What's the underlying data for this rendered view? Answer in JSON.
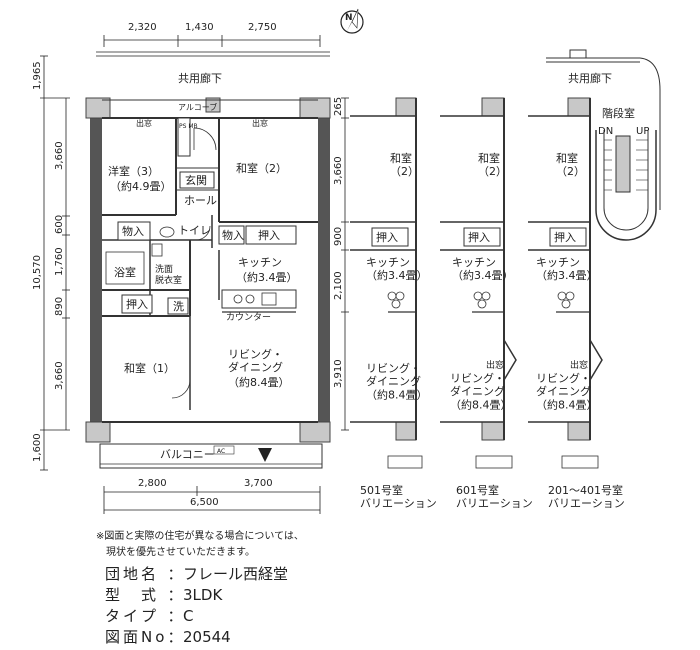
{
  "dims_top": [
    "2,320",
    "1,430",
    "2,750"
  ],
  "dims_left": [
    "1,965",
    "3,660",
    "600",
    "10,570",
    "1,760",
    "890",
    "3,660",
    "1,600"
  ],
  "dims_mid": [
    "265",
    "3,660",
    "900",
    "2,100",
    "3,910"
  ],
  "dims_bottom": [
    "2,800",
    "3,700",
    "6,500"
  ],
  "corridor": "共用廊下",
  "corridor_right": "共用廊下",
  "stair_label": "階段室",
  "stair_dn": "DN",
  "stair_up": "UP",
  "main": {
    "demado": "出窓",
    "alcove": "アルコーブ",
    "pipe": "PS MB",
    "western3": "洋室（3）",
    "western3_size": "（約4.9畳）",
    "genkan": "玄関",
    "hall": "ホール",
    "japanese2": "和室（2）",
    "toilet": "トイレ",
    "monoire": "物入",
    "oshiire": "押入",
    "bath": "浴室",
    "washroom": "洗面\n脱衣室",
    "wash": "洗",
    "kitchen": "キッチン",
    "kitchen_size": "（約3.4畳）",
    "counter": "カウンター",
    "japanese1": "和室（1）",
    "living": "リビング・\nダイニング",
    "living_size": "（約8.4畳）",
    "balcony": "バルコニー",
    "ac": "AC"
  },
  "variations": [
    {
      "caption": "501号室\nバリエーション"
    },
    {
      "caption": "601号室\nバリエーション"
    },
    {
      "caption": "201～401号室\nバリエーション"
    }
  ],
  "variation_rooms": {
    "japanese2": "和室\n（2）",
    "oshiire": "押入",
    "kitchen": "キッチン\n（約3.4畳）",
    "demado": "出窓",
    "living": "リビング・\nダイニング\n（約8.4畳）"
  },
  "note": "※図面と実際の住宅が異なる場合については、\n　現状を優先させていただきます。",
  "info": [
    {
      "key": "団地名",
      "value": "フレール西経堂"
    },
    {
      "key": "型　式",
      "value": "3LDK"
    },
    {
      "key": "タイプ",
      "value": "C"
    },
    {
      "key": "図面No",
      "value": "20544"
    }
  ]
}
